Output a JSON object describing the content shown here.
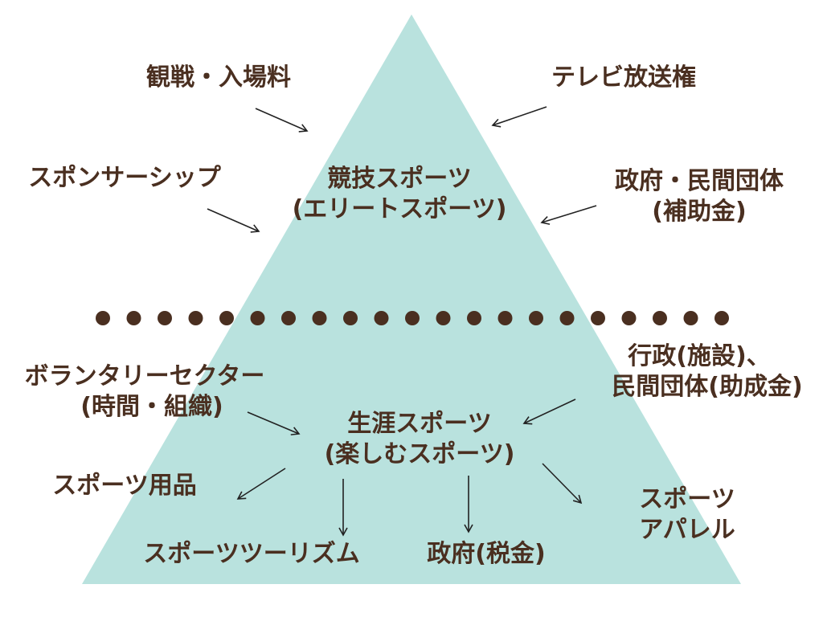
{
  "colors": {
    "pyramid": "#b9e2de",
    "text": "#4a2f20",
    "dots": "#4a2f20",
    "arrow": "#222222"
  },
  "top": {
    "center": {
      "line1": "競技スポーツ",
      "line2": "(エリートスポーツ)"
    },
    "spectator": "観戦・入場料",
    "tv": "テレビ放送権",
    "sponsorship": "スポンサーシップ",
    "government": {
      "line1": "政府・民間団体",
      "line2": "(補助金)"
    }
  },
  "bottom": {
    "center": {
      "line1": "生涯スポーツ",
      "line2": "(楽しむスポーツ)"
    },
    "voluntary": {
      "line1": "ボランタリーセクター",
      "line2": "(時間・組織)"
    },
    "administration": {
      "line1": "行政(施設)、",
      "line2": "民間団体(助成金)"
    },
    "goods": "スポーツ用品",
    "tourism": "スポーツツーリズム",
    "tax": "政府(税金)",
    "apparel": {
      "line1": "スポーツ",
      "line2": "アパレル"
    }
  },
  "divider_dot_count": 21
}
